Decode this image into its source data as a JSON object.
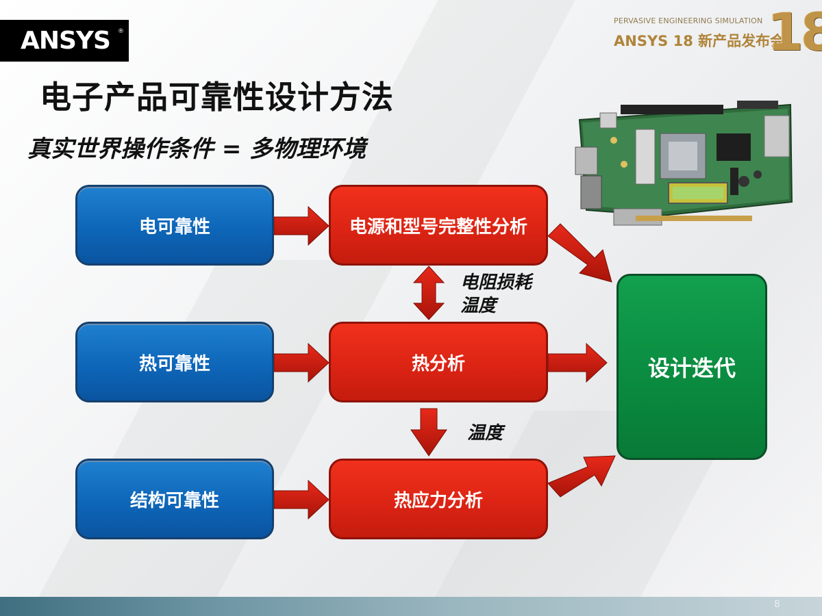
{
  "header": {
    "logo_text": "ANSYS",
    "logo_reg": "®",
    "event_tagline": "PERVASIVE ENGINEERING SIMULATION",
    "event_title": "ANSYS 18 新产品发布会",
    "event_number": "18"
  },
  "title": "电子产品可靠性设计方法",
  "subtitle": "真实世界操作条件 = 多物理环境",
  "boxes": {
    "electrical_reliability": "电可靠性",
    "thermal_reliability": "热可靠性",
    "structural_reliability": "结构可靠性",
    "power_signal_integrity": "电源和型号完整性分析",
    "thermal_analysis": "热分析",
    "thermal_stress_analysis": "热应力分析",
    "design_iteration": "设计迭代"
  },
  "labels": {
    "resistive_loss": "电阻损耗",
    "temperature_1": "温度",
    "temperature_2": "温度"
  },
  "colors": {
    "blue": "#0e66b8",
    "red": "#dc2414",
    "green": "#0a8a3f"
  },
  "footer": {
    "page_number": "8"
  }
}
